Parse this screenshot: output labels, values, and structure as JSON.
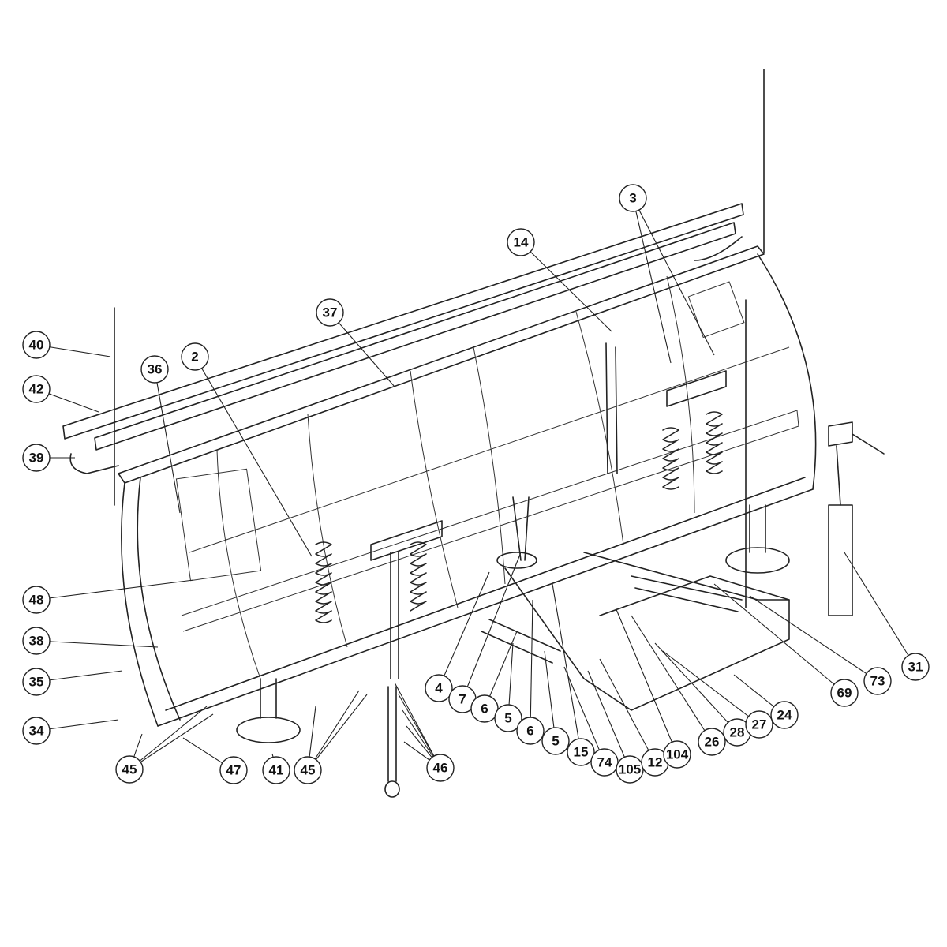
{
  "diagram": {
    "type": "exploded parts diagram",
    "callouts": [
      "40",
      "42",
      "39",
      "36",
      "2",
      "37",
      "14",
      "3",
      "48",
      "38",
      "35",
      "34",
      "45",
      "47",
      "41",
      "45",
      "46",
      "4",
      "7",
      "6",
      "5",
      "6",
      "5",
      "15",
      "74",
      "105",
      "12",
      "104",
      "26",
      "28",
      "27",
      "24",
      "69",
      "73",
      "31"
    ]
  }
}
